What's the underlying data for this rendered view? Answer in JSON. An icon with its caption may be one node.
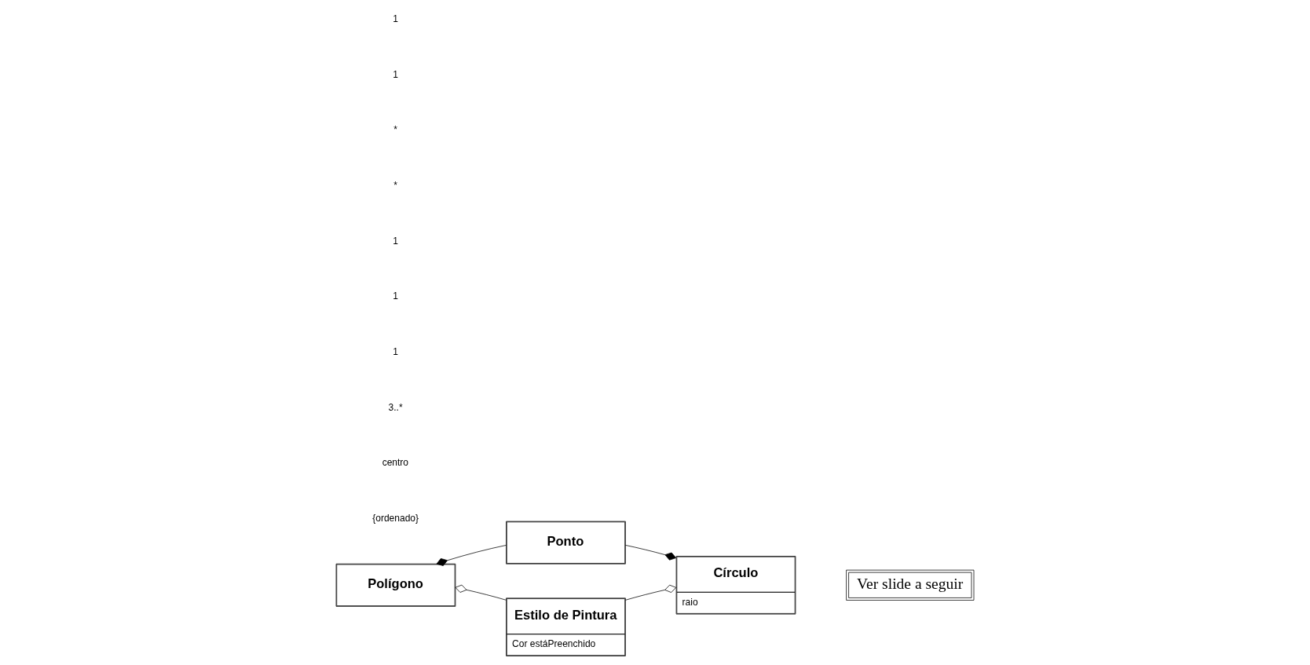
{
  "diagram": {
    "nodes": [
      {
        "text": [
          "Ponto"
        ]
      },
      {
        "text": [
          "Polígono"
        ]
      },
      {
        "text": [
          "Círculo",
          "raio"
        ]
      },
      {
        "text": [
          "Estilo de Pintura",
          "Cor estáPreenchido"
        ]
      },
      {
        "text": [
          "Ver slide a seguir"
        ]
      }
    ],
    "edges": [
      {
        "from": 0,
        "to": 1,
        "arrow": "other"
      },
      {
        "from": 0,
        "to": 2,
        "arrow": "other"
      },
      {
        "from": 3,
        "to": 1,
        "arrow": "other"
      },
      {
        "from": 3,
        "to": 2,
        "arrow": "other"
      }
    ],
    "labels": [
      "{ordenado}",
      "centro",
      "3..*",
      "1",
      "1",
      "1",
      "*",
      "*",
      "1",
      "1"
    ]
  }
}
